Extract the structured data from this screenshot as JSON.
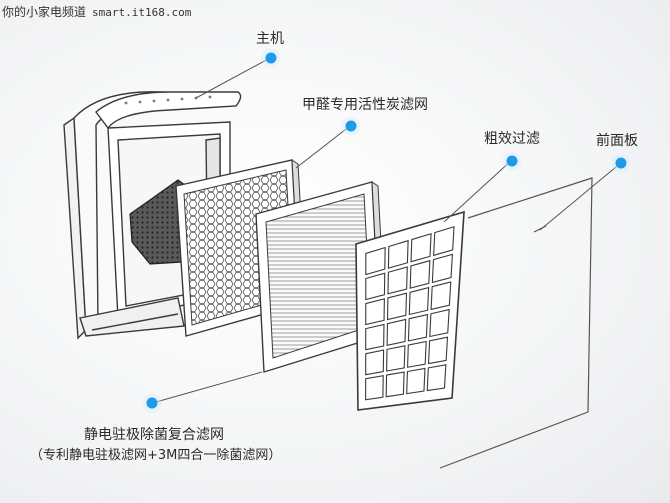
{
  "watermark": {
    "site_name": "你的小家电频道",
    "site_url": "smart.it168.com"
  },
  "labels": {
    "host": "主机",
    "formaldehyde_filter": "甲醛专用活性炭滤网",
    "coarse_filter": "粗效过滤",
    "front_panel": "前面板",
    "electrostatic_filter": "静电驻极除菌复合滤网",
    "electrostatic_filter_note": "（专利静电驻极滤网+3M四合一除菌滤网）"
  },
  "colors": {
    "marker": "#1e9be8",
    "marker_halo": "#cfe9fa",
    "line": "#555555",
    "outline": "#3a3a3a"
  }
}
